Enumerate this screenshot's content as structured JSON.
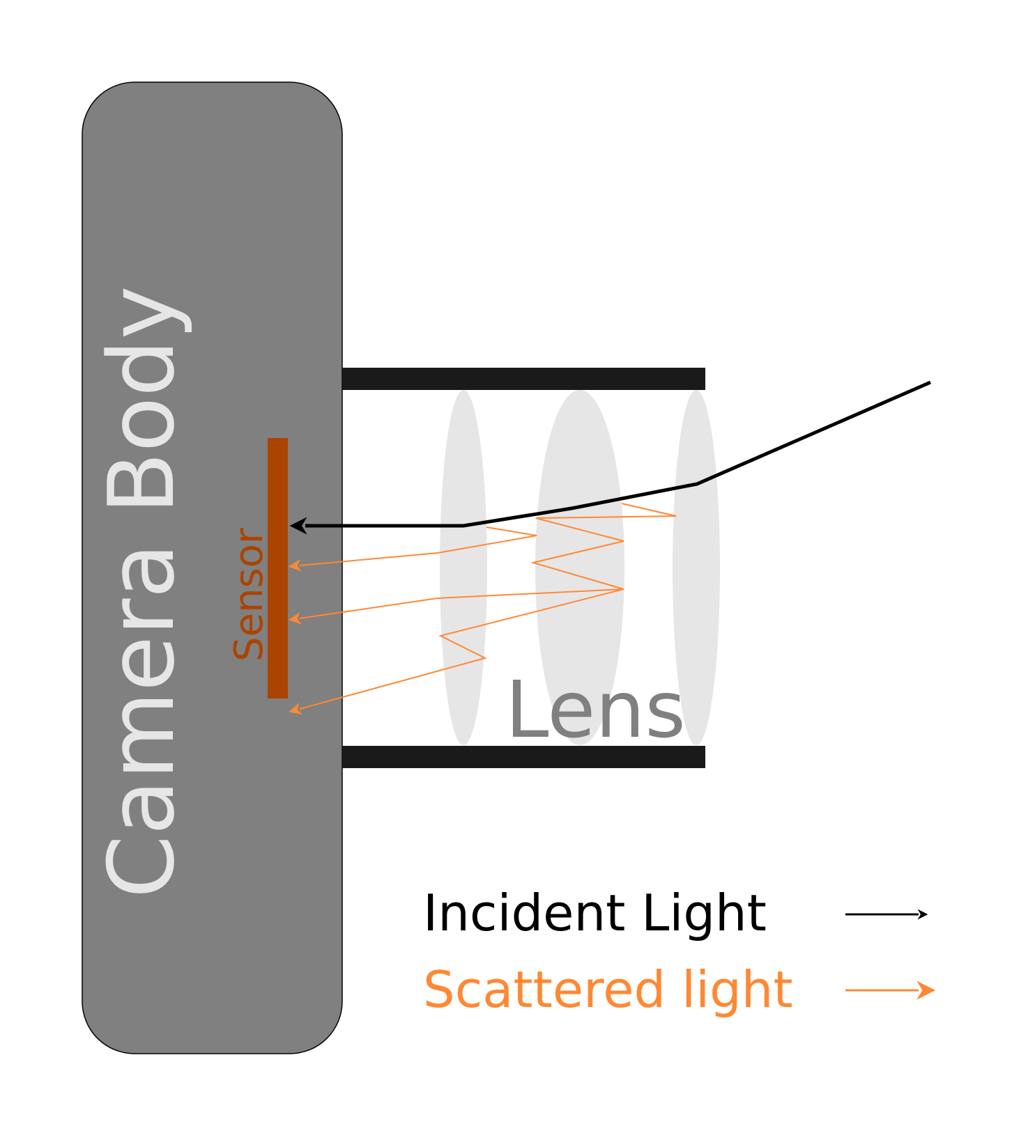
{
  "labels": {
    "camera_body": "Camera Body",
    "sensor": "Sensor",
    "lens": "Lens"
  },
  "legend": {
    "incident": "Incident Light",
    "scattered": "Scattered light"
  },
  "colors": {
    "camera_body_fill": "#808080",
    "camera_body_text": "#e6e6e6",
    "sensor": "#aa4400",
    "lens_barrel": "#1a1a1a",
    "lens_element": "#e6e6e6",
    "lens_text": "#808080",
    "incident_light": "#000000",
    "scattered_light": "#ff8833"
  }
}
